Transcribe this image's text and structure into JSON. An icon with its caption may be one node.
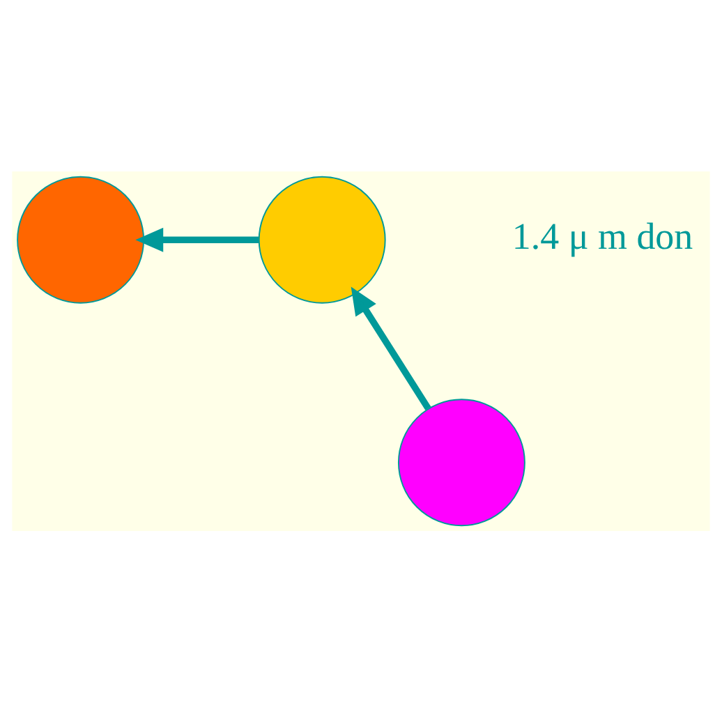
{
  "diagram": {
    "nodes": [
      {
        "text": [],
        "shape": "circle"
      },
      {
        "text": [],
        "shape": "circle"
      },
      {
        "text": [],
        "shape": "circle"
      }
    ],
    "edges": [
      {
        "from": 1,
        "to": 0,
        "arrow": "to"
      },
      {
        "from": 2,
        "to": 1,
        "arrow": "to"
      }
    ],
    "labels": [
      "1.4 μ m don"
    ]
  }
}
